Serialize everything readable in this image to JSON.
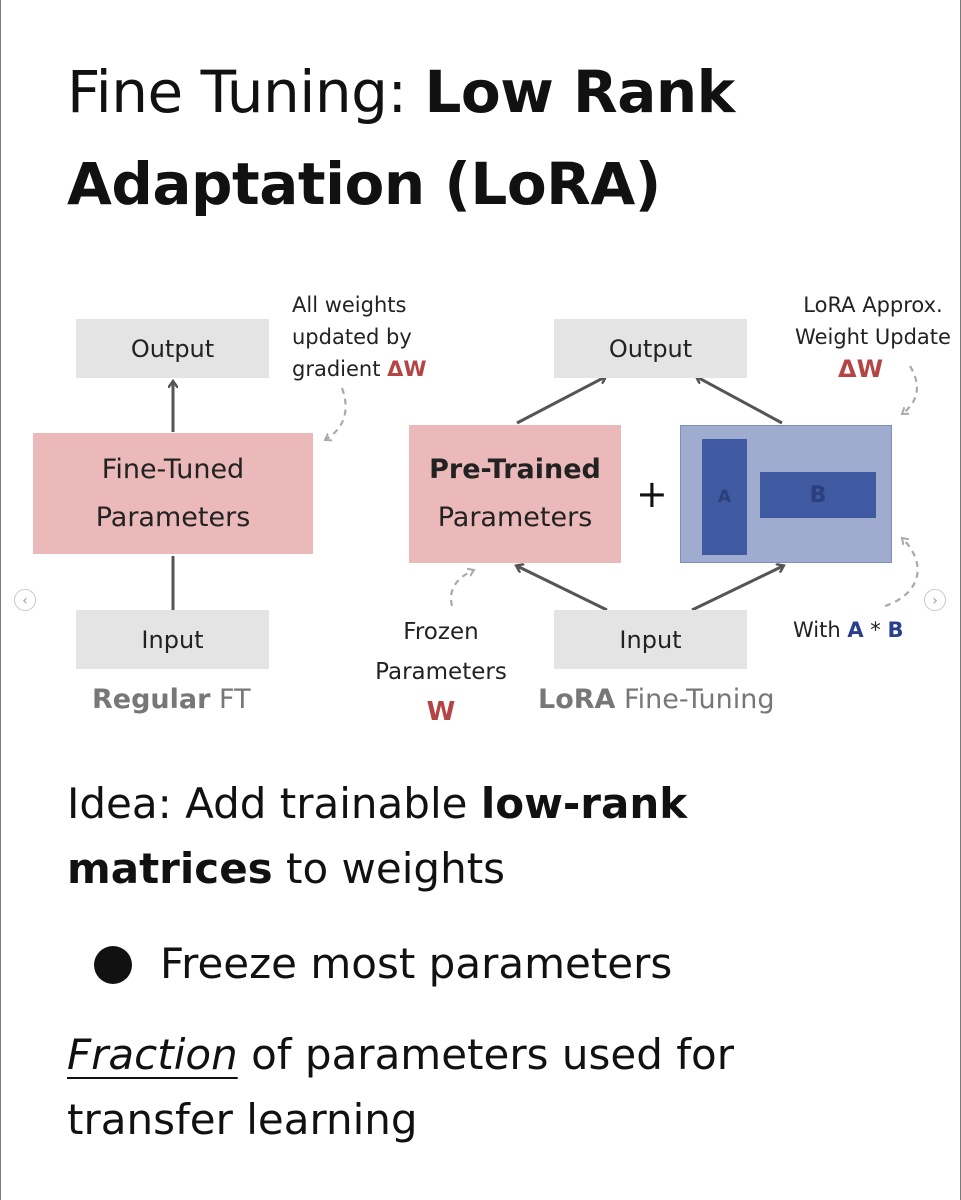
{
  "title": {
    "regular": "Fine Tuning: ",
    "bold": "Low Rank Adaptation (LoRA)"
  },
  "left_diagram": {
    "output_label": "Output",
    "params_line1": "Fine-Tuned",
    "params_line2": "Parameters",
    "input_label": "Input",
    "note_line1": "All weights",
    "note_line2": "updated by",
    "note_line3": "gradient ",
    "note_symbol": "ΔW",
    "caption_bold": "Regular",
    "caption_rest": " FT"
  },
  "right_diagram": {
    "output_label": "Output",
    "params_line1": "Pre-Trained",
    "params_line2": "Parameters",
    "plus": "+",
    "matrix_a": "A",
    "matrix_b": "B",
    "input_label": "Input",
    "approx_line1": "LoRA Approx.",
    "approx_line2": "Weight Update",
    "approx_symbol": "ΔW",
    "frozen_line1": "Frozen",
    "frozen_line2": "Parameters",
    "frozen_symbol": "W",
    "with_prefix": "With ",
    "with_a": "A",
    "with_op": " * ",
    "with_b": "B",
    "caption_bold": "LoRA",
    "caption_rest": " Fine-Tuning"
  },
  "idea": {
    "prefix": "Idea: Add trainable ",
    "bold1": "low-rank",
    "bold2": "matrices",
    "suffix": " to weights"
  },
  "bullets": [
    "Freeze most parameters"
  ],
  "fraction": {
    "underlined": "Fraction",
    "rest1": " of parameters used for",
    "rest2": "transfer learning"
  },
  "nav": {
    "prev": "‹",
    "next": "›"
  },
  "colors": {
    "accent_red": "#b54545",
    "accent_blue": "#2a3f8c",
    "pink_box": "#ebb9b9",
    "gray_box": "#e4e4e4",
    "lora_box": "#9facd0",
    "matrix": "#3f5aa0"
  }
}
